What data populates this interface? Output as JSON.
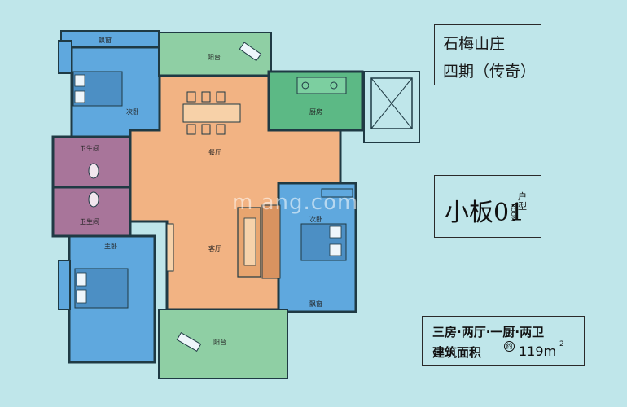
{
  "title": {
    "line1": "石梅山庄",
    "line2": "四期（传奇）"
  },
  "model": {
    "name": "小板01",
    "suffix": "户型",
    "room_tag": "ROOM"
  },
  "info": {
    "line1": "三房·两厅·一厨·两卫",
    "area_label": "建筑面积",
    "approx": "约",
    "area_value": "119m",
    "area_unit_sup": "2"
  },
  "watermark": "m      ang.com",
  "rooms": {
    "bay_window_top": "飘窗",
    "balcony_top": "阳台",
    "bedroom_2_top": "次卧",
    "kitchen": "厨房",
    "bathroom_1": "卫生间",
    "bathroom_2": "卫生间",
    "dining": "餐厅",
    "living": "客厅",
    "master": "主卧",
    "bedroom_2_right": "次卧",
    "bay_window_right": "飘窗",
    "balcony_bottom": "阳台"
  },
  "colors": {
    "background": "#bfe6ea",
    "bedroom": "#5fa8de",
    "bathroom": "#a8759a",
    "living": "#f2b383",
    "kitchen": "#5cb985",
    "balcony": "#8fcfa4",
    "wall": "#1f3a44"
  }
}
